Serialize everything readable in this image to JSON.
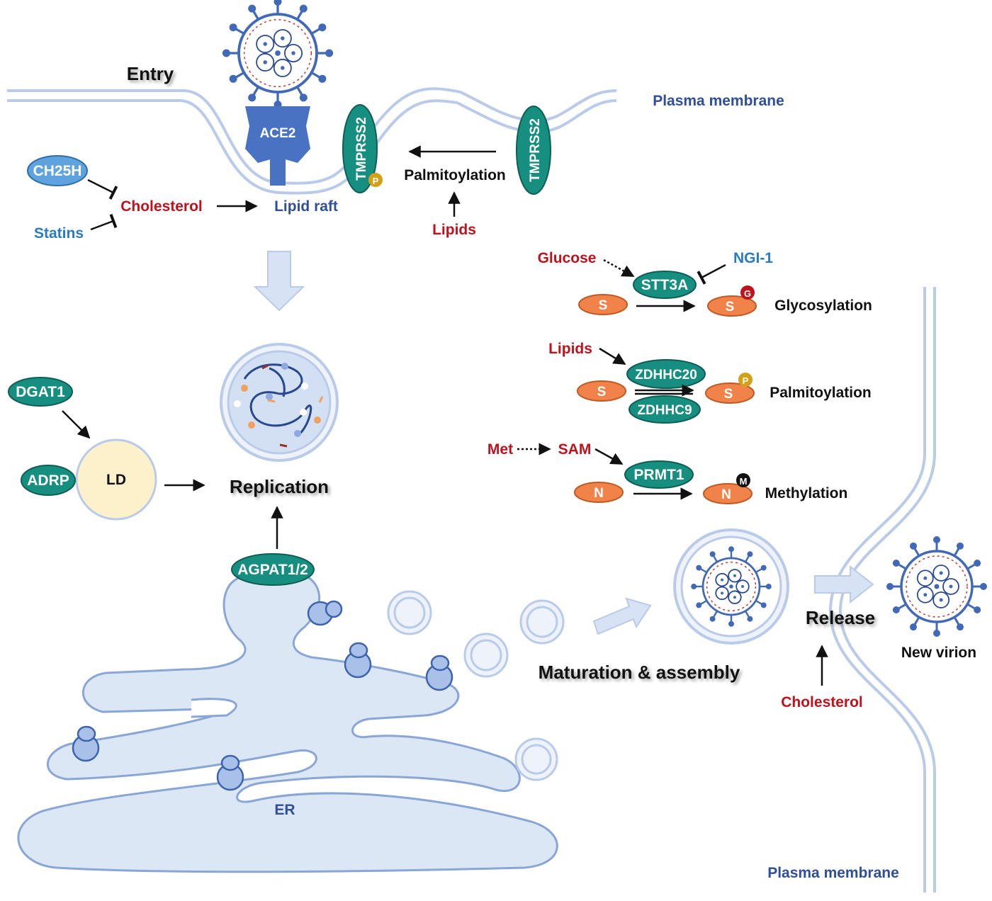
{
  "labels": {
    "entry": "Entry",
    "plasma_membrane_top": "Plasma membrane",
    "plasma_membrane_bottom": "Plasma membrane",
    "ace2": "ACE2",
    "tmprss2_a": "TMPRSS2",
    "tmprss2_b": "TMPRSS2",
    "p_badge": "P",
    "palmitoylation_entry": "Palmitoylation",
    "lipids_entry": "Lipids",
    "ch25h": "CH25H",
    "cholesterol_entry": "Cholesterol",
    "statins": "Statins",
    "lipid_raft": "Lipid raft",
    "dgat1": "DGAT1",
    "adrp": "ADRP",
    "ld": "LD",
    "replication": "Replication",
    "agpat": "AGPAT1/2",
    "er": "ER",
    "maturation": "Maturation & assembly",
    "release": "Release",
    "cholesterol_release": "Cholesterol",
    "new_virion": "New virion"
  },
  "ptm": {
    "glycosylation": {
      "glucose": "Glucose",
      "ngi1": "NGI-1",
      "enzyme": "STT3A",
      "substrate": "S",
      "product": "S",
      "mark": "G",
      "name": "Glycosylation"
    },
    "palmitoylation": {
      "lipids": "Lipids",
      "enzyme1": "ZDHHC20",
      "enzyme2": "ZDHHC9",
      "substrate": "S",
      "product": "S",
      "mark": "P",
      "name": "Palmitoylation"
    },
    "methylation": {
      "met": "Met",
      "sam": "SAM",
      "enzyme": "PRMT1",
      "substrate": "N",
      "product": "N",
      "mark": "M",
      "name": "Methylation"
    }
  },
  "colors": {
    "teal": "#178f80",
    "orange": "#f0824a",
    "membrane": "#b9cbe9",
    "er": "#dce7f6",
    "virus_blue": "#4169b8",
    "red_text": "#c0121c",
    "blue_text": "#2a7bc0",
    "dark_blue_text": "#2f4f9a"
  }
}
